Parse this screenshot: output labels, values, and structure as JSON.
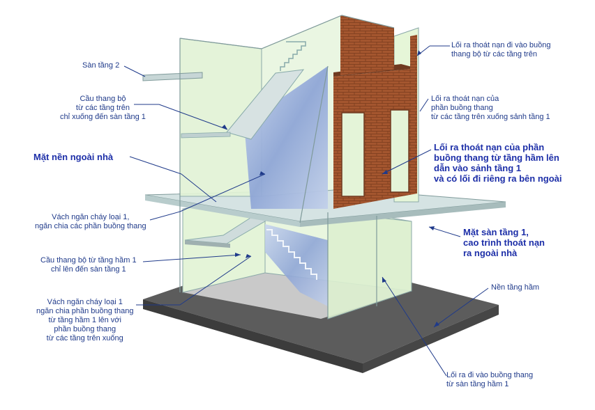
{
  "labels": {
    "san_tang_2": [
      "Sàn tầng 2"
    ],
    "cau_thang_tren": [
      "Cầu thang bộ",
      "từ các tầng trên",
      "chỉ xuống đến sàn tầng 1"
    ],
    "mat_nen_ngoai": [
      "Mặt nền ngoài nhà"
    ],
    "vach_ngan_1": [
      "Vách ngăn cháy loại 1,",
      "ngăn chia các phần buồng thang"
    ],
    "cau_thang_ham": [
      "Cầu thang bộ từ tầng hầm 1",
      "chỉ lên đến sàn tầng 1"
    ],
    "vach_ngan_2": [
      "Vách ngăn cháy loại 1",
      "ngăn chia phần buồng thang",
      "từ tầng hầm 1 lên với",
      "phần buồng thang",
      "từ các tầng trên xuống"
    ],
    "loi_ra_tren": [
      "Lối ra thoát nạn đi vào buồng",
      "thang bộ từ các tầng trên"
    ],
    "loi_ra_sanh": [
      "Lối ra thoát nạn của",
      "phần buồng thang",
      "từ các tầng trên xuống sảnh tầng 1"
    ],
    "loi_ra_ham_bold": [
      "Lối ra thoát nạn của phần",
      "buồng thang từ tầng hầm lên",
      "dẫn vào sảnh tầng 1",
      "và có lối đi riêng ra bên ngoài"
    ],
    "mat_san_tang_1": [
      "Mặt sàn tầng 1,",
      "cao trình thoát nạn",
      "ra ngoài nhà"
    ],
    "nen_tang_ham": [
      "Nền tầng hầm"
    ],
    "loi_ra_ham": [
      "Lối ra đi vào buồng thang",
      "từ sàn tầng hầm 1"
    ]
  },
  "colors": {
    "label_text": "#1f3a8a",
    "leader_line": "#1f3a8a",
    "glass": "#dff2d4",
    "glass_edge": "#8aa8a8",
    "brick": "#a0522d",
    "slab": "#d7e4e4",
    "base": "#555555",
    "cloud_glass": "#9fb4d8"
  }
}
